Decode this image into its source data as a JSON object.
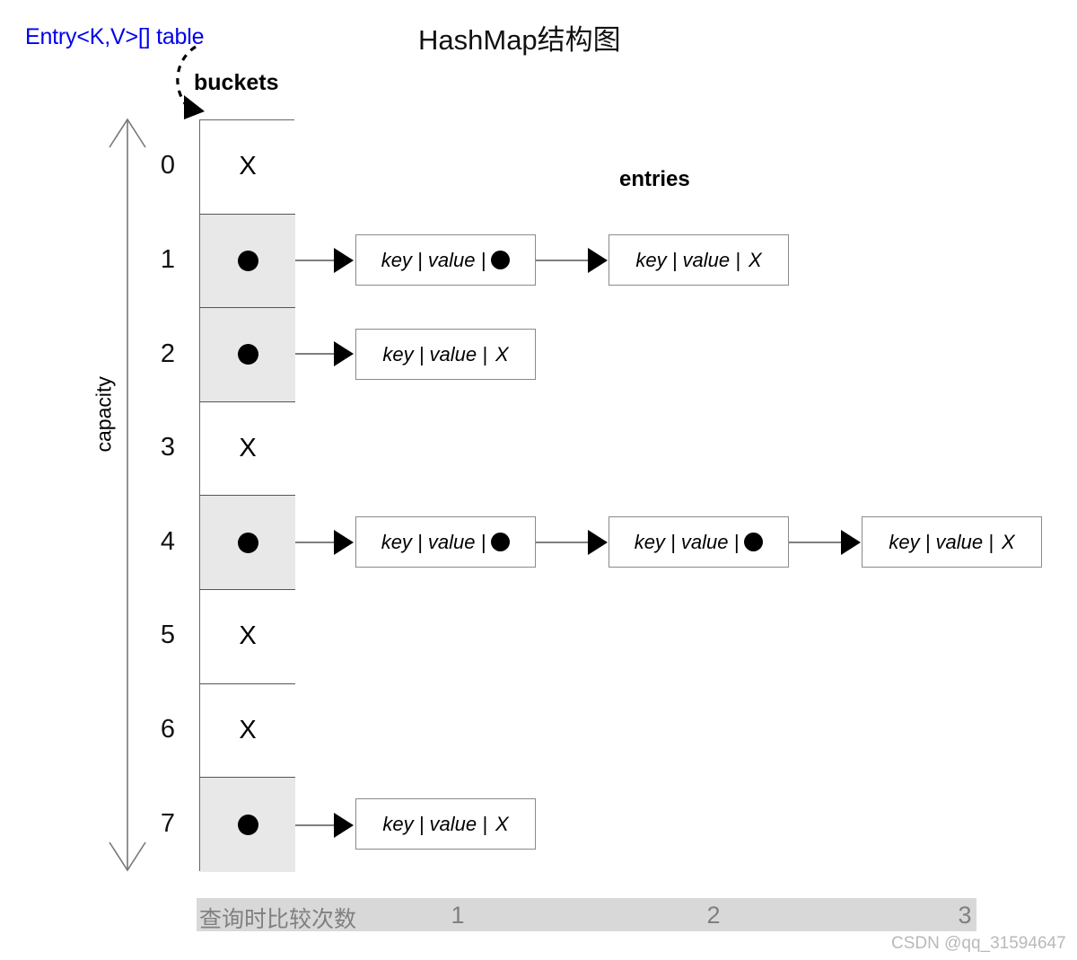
{
  "diagram": {
    "title": "HashMap结构图",
    "table_label": "Entry<K,V>[] table",
    "table_label_color": "#0000ee",
    "buckets_label": "buckets",
    "entries_label": "entries",
    "capacity_label": "capacity",
    "filled_cell_color": "#e8e8e8",
    "empty_cell_color": "#ffffff",
    "null_marker": "X",
    "entry_text": "key | value |"
  },
  "buckets": [
    {
      "index": "0",
      "state": "empty",
      "marker": "X",
      "chain": []
    },
    {
      "index": "1",
      "state": "filled",
      "marker": "",
      "chain": [
        {
          "text": "key | value |",
          "tail": "dot"
        },
        {
          "text": "key | value |",
          "tail": "X"
        }
      ]
    },
    {
      "index": "2",
      "state": "filled",
      "marker": "",
      "chain": [
        {
          "text": "key | value |",
          "tail": "X"
        }
      ]
    },
    {
      "index": "3",
      "state": "empty",
      "marker": "X",
      "chain": []
    },
    {
      "index": "4",
      "state": "filled",
      "marker": "",
      "chain": [
        {
          "text": "key | value |",
          "tail": "dot"
        },
        {
          "text": "key | value |",
          "tail": "dot"
        },
        {
          "text": "key | value |",
          "tail": "X"
        }
      ]
    },
    {
      "index": "5",
      "state": "empty",
      "marker": "X",
      "chain": []
    },
    {
      "index": "6",
      "state": "empty",
      "marker": "X",
      "chain": []
    },
    {
      "index": "7",
      "state": "filled",
      "marker": "",
      "chain": [
        {
          "text": "key | value |",
          "tail": "X"
        }
      ]
    }
  ],
  "footer": {
    "label": "查询时比较次数",
    "counts": [
      "1",
      "2",
      "3"
    ],
    "bar_color": "#d8d8d8",
    "text_color": "#808080"
  },
  "watermark": "CSDN @qq_31594647"
}
